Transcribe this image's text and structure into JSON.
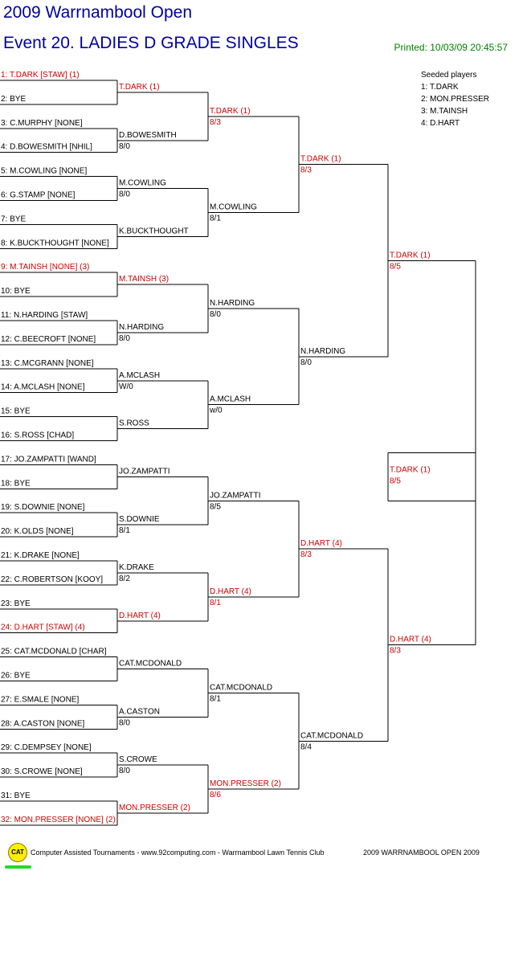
{
  "header": {
    "title": "2009 Warrnambool Open",
    "event": "Event 20. LADIES D GRADE SINGLES",
    "printed": "Printed: 10/03/09 20:45:57"
  },
  "seeded": {
    "heading": "Seeded players",
    "players": [
      "1: T.DARK",
      "2: MON.PRESSER",
      "3: M.TAINSH",
      "4: D.HART"
    ]
  },
  "colors": {
    "seeded": "#cc0000",
    "normal": "#000000",
    "line": "#000000"
  },
  "draw": [
    {
      "label": "1: T.DARK [STAW] (1)",
      "seed": true
    },
    {
      "label": "2: BYE",
      "seed": false
    },
    {
      "label": "3: C.MURPHY [NONE]",
      "seed": false
    },
    {
      "label": "4: D.BOWESMITH [NHIL]",
      "seed": false
    },
    {
      "label": "5: M.COWLING [NONE]",
      "seed": false
    },
    {
      "label": "6: G.STAMP [NONE]",
      "seed": false
    },
    {
      "label": "7: BYE",
      "seed": false
    },
    {
      "label": "8: K.BUCKTHOUGHT [NONE]",
      "seed": false
    },
    {
      "label": "9: M.TAINSH [NONE] (3)",
      "seed": true
    },
    {
      "label": "10: BYE",
      "seed": false
    },
    {
      "label": "11: N.HARDING [STAW]",
      "seed": false
    },
    {
      "label": "12: C.BEECROFT [NONE]",
      "seed": false
    },
    {
      "label": "13: C.MCGRANN [NONE]",
      "seed": false
    },
    {
      "label": "14: A.MCLASH [NONE]",
      "seed": false
    },
    {
      "label": "15: BYE",
      "seed": false
    },
    {
      "label": "16: S.ROSS [CHAD]",
      "seed": false
    },
    {
      "label": "17: JO.ZAMPATTI [WAND]",
      "seed": false
    },
    {
      "label": "18: BYE",
      "seed": false
    },
    {
      "label": "19: S.DOWNIE [NONE]",
      "seed": false
    },
    {
      "label": "20: K.OLDS [NONE]",
      "seed": false
    },
    {
      "label": "21: K.DRAKE [NONE]",
      "seed": false
    },
    {
      "label": "22: C.ROBERTSON [KOOY]",
      "seed": false
    },
    {
      "label": "23: BYE",
      "seed": false
    },
    {
      "label": "24: D.HART [STAW] (4)",
      "seed": true
    },
    {
      "label": "25: CAT.MCDONALD [CHAR]",
      "seed": false
    },
    {
      "label": "26: BYE",
      "seed": false
    },
    {
      "label": "27: E.SMALE [NONE]",
      "seed": false
    },
    {
      "label": "28: A.CASTON [NONE]",
      "seed": false
    },
    {
      "label": "29: C.DEMPSEY [NONE]",
      "seed": false
    },
    {
      "label": "30: S.CROWE [NONE]",
      "seed": false
    },
    {
      "label": "31: BYE",
      "seed": false
    },
    {
      "label": "32: MON.PRESSER [NONE] (2)",
      "seed": true
    }
  ],
  "rounds": [
    [
      {
        "name": "T.DARK (1)",
        "score": "",
        "seed": true
      },
      {
        "name": "D.BOWESMITH",
        "score": "8/0",
        "seed": false
      },
      {
        "name": "M.COWLING",
        "score": "8/0",
        "seed": false
      },
      {
        "name": "K.BUCKTHOUGHT",
        "score": "",
        "seed": false
      },
      {
        "name": "M.TAINSH (3)",
        "score": "",
        "seed": true
      },
      {
        "name": "N.HARDING",
        "score": "8/0",
        "seed": false
      },
      {
        "name": "A.MCLASH",
        "score": "W/0",
        "seed": false
      },
      {
        "name": "S.ROSS",
        "score": "",
        "seed": false
      },
      {
        "name": "JO.ZAMPATTI",
        "score": "",
        "seed": false
      },
      {
        "name": "S.DOWNIE",
        "score": "8/1",
        "seed": false
      },
      {
        "name": "K.DRAKE",
        "score": "8/2",
        "seed": false
      },
      {
        "name": "D.HART (4)",
        "score": "",
        "seed": true
      },
      {
        "name": "CAT.MCDONALD",
        "score": "",
        "seed": false
      },
      {
        "name": "A.CASTON",
        "score": "8/0",
        "seed": false
      },
      {
        "name": "S.CROWE",
        "score": "8/0",
        "seed": false
      },
      {
        "name": "MON.PRESSER (2)",
        "score": "",
        "seed": true
      }
    ],
    [
      {
        "name": "T.DARK (1)",
        "score": "8/3",
        "seed": true
      },
      {
        "name": "M.COWLING",
        "score": "8/1",
        "seed": false
      },
      {
        "name": "N.HARDING",
        "score": "8/0",
        "seed": false
      },
      {
        "name": "A.MCLASH",
        "score": "w/0",
        "seed": false
      },
      {
        "name": "JO.ZAMPATTI",
        "score": "8/5",
        "seed": false
      },
      {
        "name": "D.HART (4)",
        "score": "8/1",
        "seed": true
      },
      {
        "name": "CAT.MCDONALD",
        "score": "8/1",
        "seed": false
      },
      {
        "name": "MON.PRESSER (2)",
        "score": "8/6",
        "seed": true
      }
    ],
    [
      {
        "name": "T.DARK (1)",
        "score": "8/3",
        "seed": true
      },
      {
        "name": "N.HARDING",
        "score": "8/0",
        "seed": false
      },
      {
        "name": "D.HART (4)",
        "score": "8/3",
        "seed": true
      },
      {
        "name": "CAT.MCDONALD",
        "score": "8/4",
        "seed": false
      }
    ],
    [
      {
        "name": "T.DARK (1)",
        "score": "8/5",
        "seed": true
      },
      {
        "name": "D.HART (4)",
        "score": "8/3",
        "seed": true
      }
    ]
  ],
  "champion": {
    "name": "T.DARK (1)",
    "score": "8/5",
    "seed": true
  },
  "footer": {
    "logo": "CAT",
    "left": "Computer Assisted Tournaments - www.92computing.com -  Warrnambool Lawn Tennis Club",
    "right": "2009 WARRNAMBOOL OPEN 2009"
  }
}
